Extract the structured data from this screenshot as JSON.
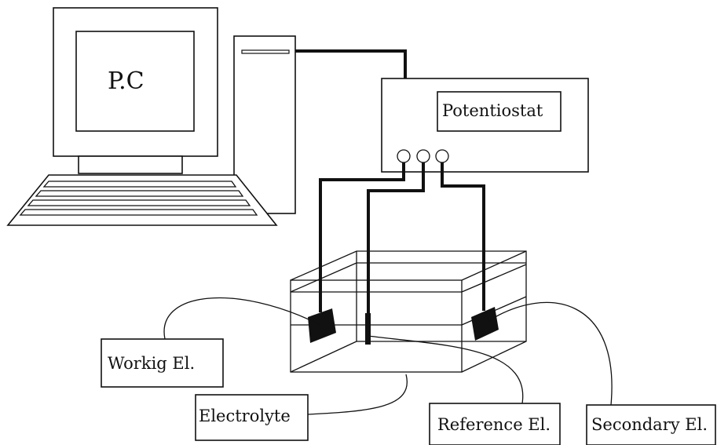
{
  "labels": {
    "pc": "P.C",
    "potentiostat": "Potentiostat",
    "working_electrode": "Workig El.",
    "electrolyte": "Electrolyte",
    "reference_electrode": "Reference El.",
    "secondary_electrode": "Secondary El."
  },
  "colors": {
    "line": "#111111",
    "background": "#ffffff"
  }
}
